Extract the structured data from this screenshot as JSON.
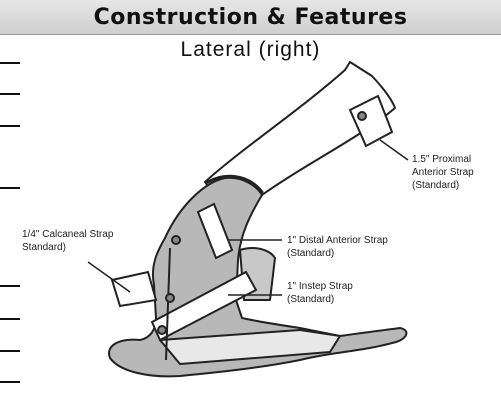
{
  "header": {
    "title": "Construction & Features",
    "subtitle": "Lateral (right)"
  },
  "callouts": {
    "proximal_anterior": "1.5\" Proximal\nAnterior Strap\n(Standard)",
    "calcaneal": "1/4\" Calcaneal Strap\nStandard)",
    "distal_anterior": "1\" Distal Anterior Strap\n(Standard)",
    "instep": "1\" Instep Strap\n(Standard)"
  },
  "colors": {
    "brace_fill": "#b8b8b8",
    "outline": "#222222",
    "title_bg": "#d9d9d9"
  }
}
